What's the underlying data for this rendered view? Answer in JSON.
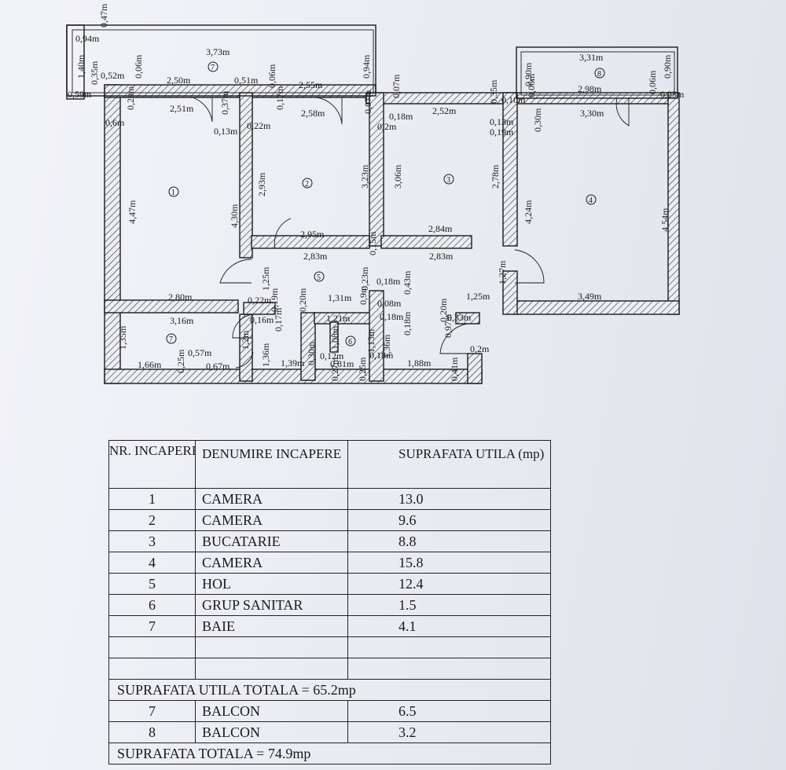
{
  "plan": {
    "dims": [
      "0,94m",
      "0,47m",
      "3,73m",
      "1,40m",
      "0,35m",
      "0,59m",
      "0,52m",
      "0,06m",
      "2,50m",
      "0,51m",
      "0,06m",
      "2,55m",
      "0,94m",
      "0,20m",
      "2,51m",
      "0,37m",
      "0,17m",
      "2,58m",
      "0,07m",
      "0,6m",
      "0,13m",
      "0,22m",
      "0,18m",
      "0,07m",
      "0,2m",
      "2,52m",
      "0,35m",
      "0,10m",
      "0,06m",
      "0,13m",
      "0,19m",
      "3,31m",
      "0,90m",
      "0,90m",
      "2,98m",
      "0,06m",
      "0,23m",
      "3,30m",
      "0,30m",
      "4,47m",
      "2,93m",
      "4,30m",
      "3,23m",
      "3,06m",
      "2,78m",
      "4,24m",
      "4,54m",
      "2,95m",
      "0,15m",
      "2,83m",
      "2,84m",
      "2,83m",
      "1,25m",
      "0,23m",
      "0,18m",
      "0,43m",
      "1,27m",
      "0,22m",
      "0,19m",
      "0,20m",
      "1,31m",
      "0,9m",
      "0,08m",
      "0,20m",
      "1,25m",
      "3,49m",
      "2,80m",
      "0,16m",
      "0,17m",
      "3,16m",
      "1,21m",
      "0,18m",
      "0,18m",
      "0,33m",
      "1,35m",
      "0,57m",
      "1,2m",
      "1,36m",
      "0,30m",
      "1,08m",
      "1,13m",
      "1,36m",
      "0,97m",
      "0,2m",
      "1,66m",
      "0,25m",
      "0,67m",
      "1,39m",
      "0,12m",
      "0,81m",
      "0,18m",
      "1,88m",
      "0,41m",
      "0,27m",
      "0,25m"
    ],
    "room_numbers": [
      "1",
      "2",
      "3",
      "4",
      "5",
      "6",
      "7",
      "7",
      "8"
    ]
  },
  "table": {
    "header": {
      "nr": "NR. INCAPERE",
      "name": "DENUMIRE INCAPERE",
      "area": "SUPRAFATA UTILA (mp)"
    },
    "rows": [
      {
        "nr": "1",
        "name": "CAMERA",
        "area": "13.0"
      },
      {
        "nr": "2",
        "name": "CAMERA",
        "area": "9.6"
      },
      {
        "nr": "3",
        "name": "BUCATARIE",
        "area": "8.8"
      },
      {
        "nr": "4",
        "name": "CAMERA",
        "area": "15.8"
      },
      {
        "nr": "5",
        "name": "HOL",
        "area": "12.4"
      },
      {
        "nr": "6",
        "name": "GRUP SANITAR",
        "area": "1.5"
      },
      {
        "nr": "7",
        "name": "BAIE",
        "area": "4.1"
      },
      {
        "nr": "",
        "name": "",
        "area": ""
      },
      {
        "nr": "",
        "name": "",
        "area": ""
      }
    ],
    "subtotal": "SUPRAFATA UTILA TOTALA = 65.2mp",
    "balcony_rows": [
      {
        "nr": "7",
        "name": "BALCON",
        "area": "6.5"
      },
      {
        "nr": "8",
        "name": "BALCON",
        "area": "3.2"
      }
    ],
    "total": "SUPRAFATA TOTALA = 74.9mp"
  },
  "colors": {
    "ink": "#1a1a1a",
    "paper": "#eceef3"
  }
}
